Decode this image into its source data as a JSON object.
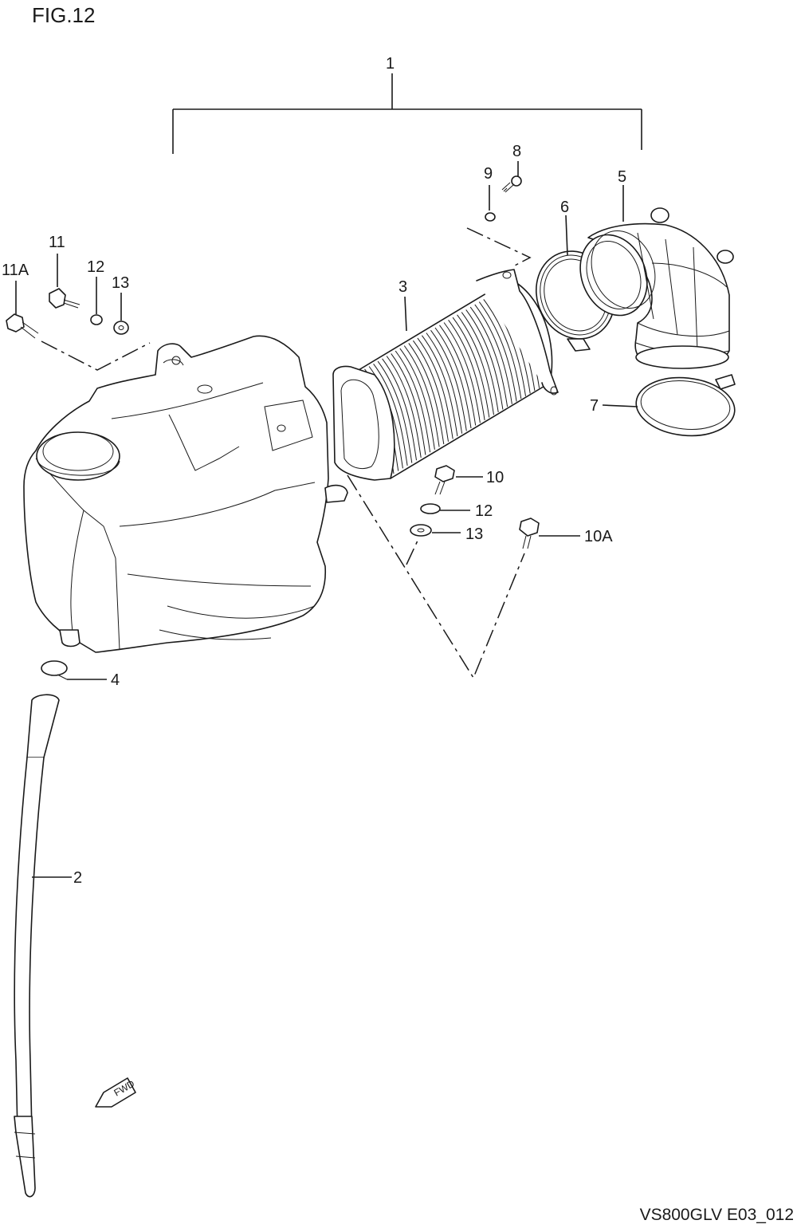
{
  "figure": {
    "title": "FIG.12",
    "drawing_code": "VS800GLV E03_012",
    "direction_marker": "FWD"
  },
  "callouts": [
    {
      "id": "1",
      "label": "1"
    },
    {
      "id": "2",
      "label": "2"
    },
    {
      "id": "3",
      "label": "3"
    },
    {
      "id": "4",
      "label": "4"
    },
    {
      "id": "5",
      "label": "5"
    },
    {
      "id": "6",
      "label": "6"
    },
    {
      "id": "7",
      "label": "7"
    },
    {
      "id": "8",
      "label": "8"
    },
    {
      "id": "9",
      "label": "9"
    },
    {
      "id": "10",
      "label": "10"
    },
    {
      "id": "10A",
      "label": "10A"
    },
    {
      "id": "11",
      "label": "11"
    },
    {
      "id": "11A",
      "label": "11A"
    },
    {
      "id": "12a",
      "label": "12"
    },
    {
      "id": "13a",
      "label": "13"
    },
    {
      "id": "12b",
      "label": "12"
    },
    {
      "id": "13b",
      "label": "13"
    }
  ],
  "colors": {
    "ink": "#1a1a1a",
    "paper": "#ffffff"
  }
}
